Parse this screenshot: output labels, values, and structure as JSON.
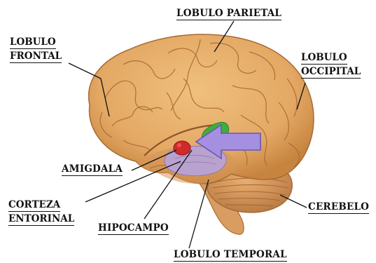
{
  "labels": {
    "lobulo_parietal": "LOBULO PARIETAL",
    "lobulo_frontal": [
      "LOBULO",
      "FRONTAL"
    ],
    "lobulo_occipital": [
      "LOBULO",
      "OCCIPITAL"
    ],
    "amigdala": "AMIGDALA",
    "corteza_entorinal": [
      "CORTEZA",
      "ENTORINAL"
    ],
    "hipocampo": "HIPOCAMPO",
    "cerebelo": "CEREBELO",
    "lobulo_temporal": "LOBULO TEMPORAL"
  },
  "colors": {
    "brain": "#e3a864",
    "brain_dark": "#b9773a",
    "brain_shadow": "#c98a4a",
    "cerebellum": "#d6955a",
    "brainstem": "#d99d62",
    "amygdala": "#d12a2a",
    "hippocampus": "#b9a3d6",
    "green_structure": "#3fae3f",
    "arrow_fill": "#a58fe0",
    "arrow_stroke": "#6a55b8",
    "leader_line": "#111111"
  },
  "icons": {
    "arrow": "arrow-right-icon"
  }
}
